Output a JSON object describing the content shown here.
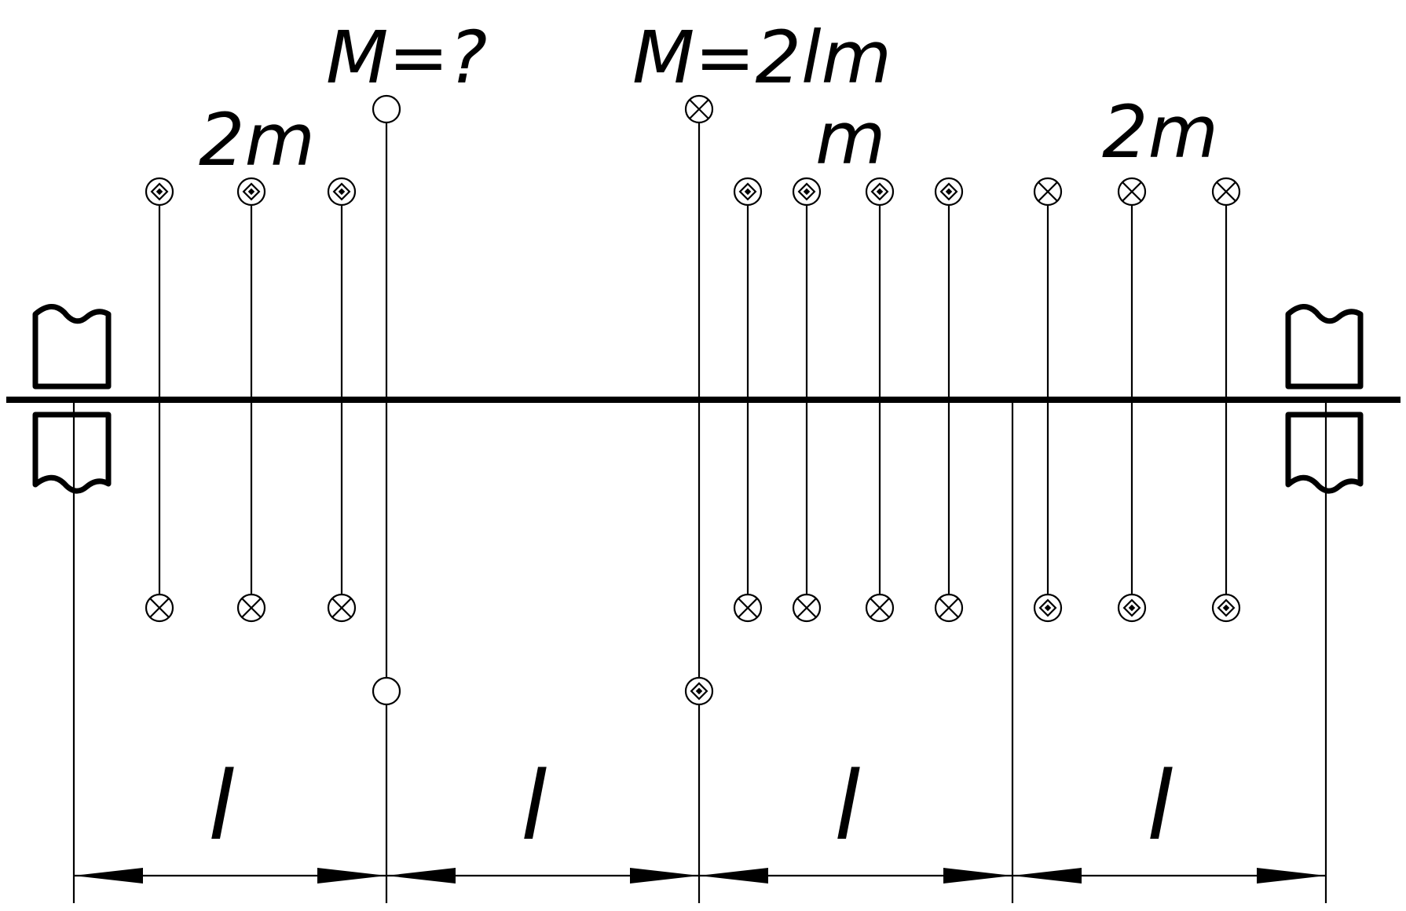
{
  "labels": {
    "moment_unknown": "M=?",
    "moment_known": "M=2lm",
    "density_left": "2m",
    "density_middle": "m",
    "density_right": "2m"
  },
  "dimensions": [
    "l",
    "l",
    "l",
    "l"
  ],
  "current_symbols": {
    "out_of_page": "dot",
    "into_page": "cross",
    "unknown": "empty"
  },
  "colors": {
    "line": "#000000",
    "background": "#ffffff"
  }
}
